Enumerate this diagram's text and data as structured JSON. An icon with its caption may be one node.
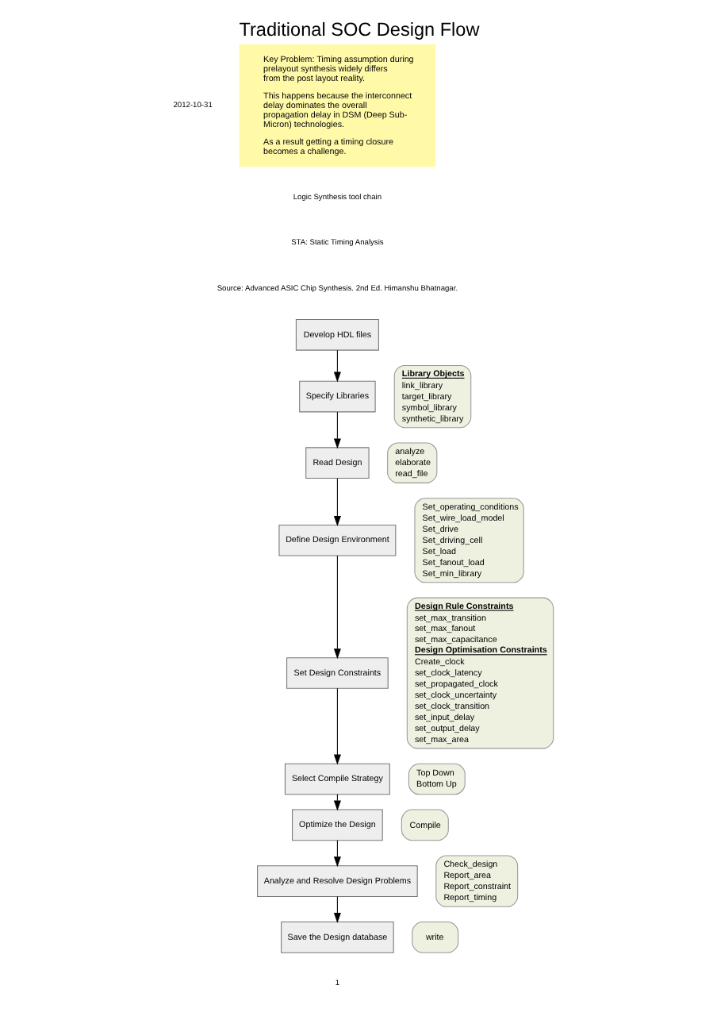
{
  "diagram": {
    "title": "Traditional SOC Design Flow",
    "nodes": [
      {
        "text": [
          "Develop HDL files"
        ]
      },
      {
        "text": [
          "Specify Libraries"
        ]
      },
      {
        "text": [
          "Library Objects",
          "link_library",
          "target_library",
          "symbol_library",
          "synthetic_library"
        ]
      },
      {
        "text": [
          "Read Design"
        ]
      },
      {
        "text": [
          "analyze",
          "elaborate",
          "read_file"
        ]
      },
      {
        "text": [
          "Define Design Environment"
        ]
      },
      {
        "text": [
          "Set_operating_conditions",
          "Set_wire_load_model",
          "Set_drive",
          "Set_driving_cell",
          "Set_load",
          "Set_fanout_load",
          "Set_min_library"
        ]
      },
      {
        "text": [
          "Set Design Constraints"
        ]
      },
      {
        "text": [
          "Design Rule Constraints",
          "set_max_transition",
          "set_max_fanout",
          "set_max_capacitance",
          "Design Optimisation Constraints",
          "Create_clock",
          "set_clock_latency",
          "set_propagated_clock",
          "set_clock_uncertainty",
          "set_clock_transition",
          "set_input_delay",
          "set_output_delay",
          "set_max_area"
        ]
      },
      {
        "text": [
          "Select Compile Strategy"
        ]
      },
      {
        "text": [
          "Top Down",
          "Bottom Up"
        ]
      },
      {
        "text": [
          "Optimize the Design"
        ]
      },
      {
        "text": [
          "Compile"
        ]
      },
      {
        "text": [
          "Analyze and Resolve Design Problems"
        ]
      },
      {
        "text": [
          "Check_design",
          "Report_area",
          "Report_constraint",
          "Report_timing"
        ]
      },
      {
        "text": [
          "Save the Design database"
        ]
      },
      {
        "text": [
          "write"
        ]
      },
      {
        "text": [
          "Key Problem: Timing assumption during prelayout synthesis widely differs from the post layout reality.",
          "This happens because the interconnect delay dominates the overall propagation delay in DSM (Deep Sub-Micron) technologies.",
          "As a result getting a timing closure becomes a challenge."
        ]
      }
    ],
    "edges": [
      {
        "from": 0,
        "to": 1,
        "arrow": "to"
      },
      {
        "from": 1,
        "to": 3,
        "arrow": "to"
      },
      {
        "from": 3,
        "to": 5,
        "arrow": "to"
      },
      {
        "from": 5,
        "to": 7,
        "arrow": "to"
      },
      {
        "from": 7,
        "to": 9,
        "arrow": "to"
      },
      {
        "from": 9,
        "to": 11,
        "arrow": "to"
      },
      {
        "from": 11,
        "to": 13,
        "arrow": "to"
      },
      {
        "from": 13,
        "to": 15,
        "arrow": "to"
      }
    ],
    "labels": [
      "2012-10-31",
      "Logic Synthesis tool chain",
      "STA: Static Timing Analysis",
      "Source: Advanced ASIC Chip Synthesis. 2nd Ed. Himanshu Bhatnagar.",
      "1"
    ]
  }
}
